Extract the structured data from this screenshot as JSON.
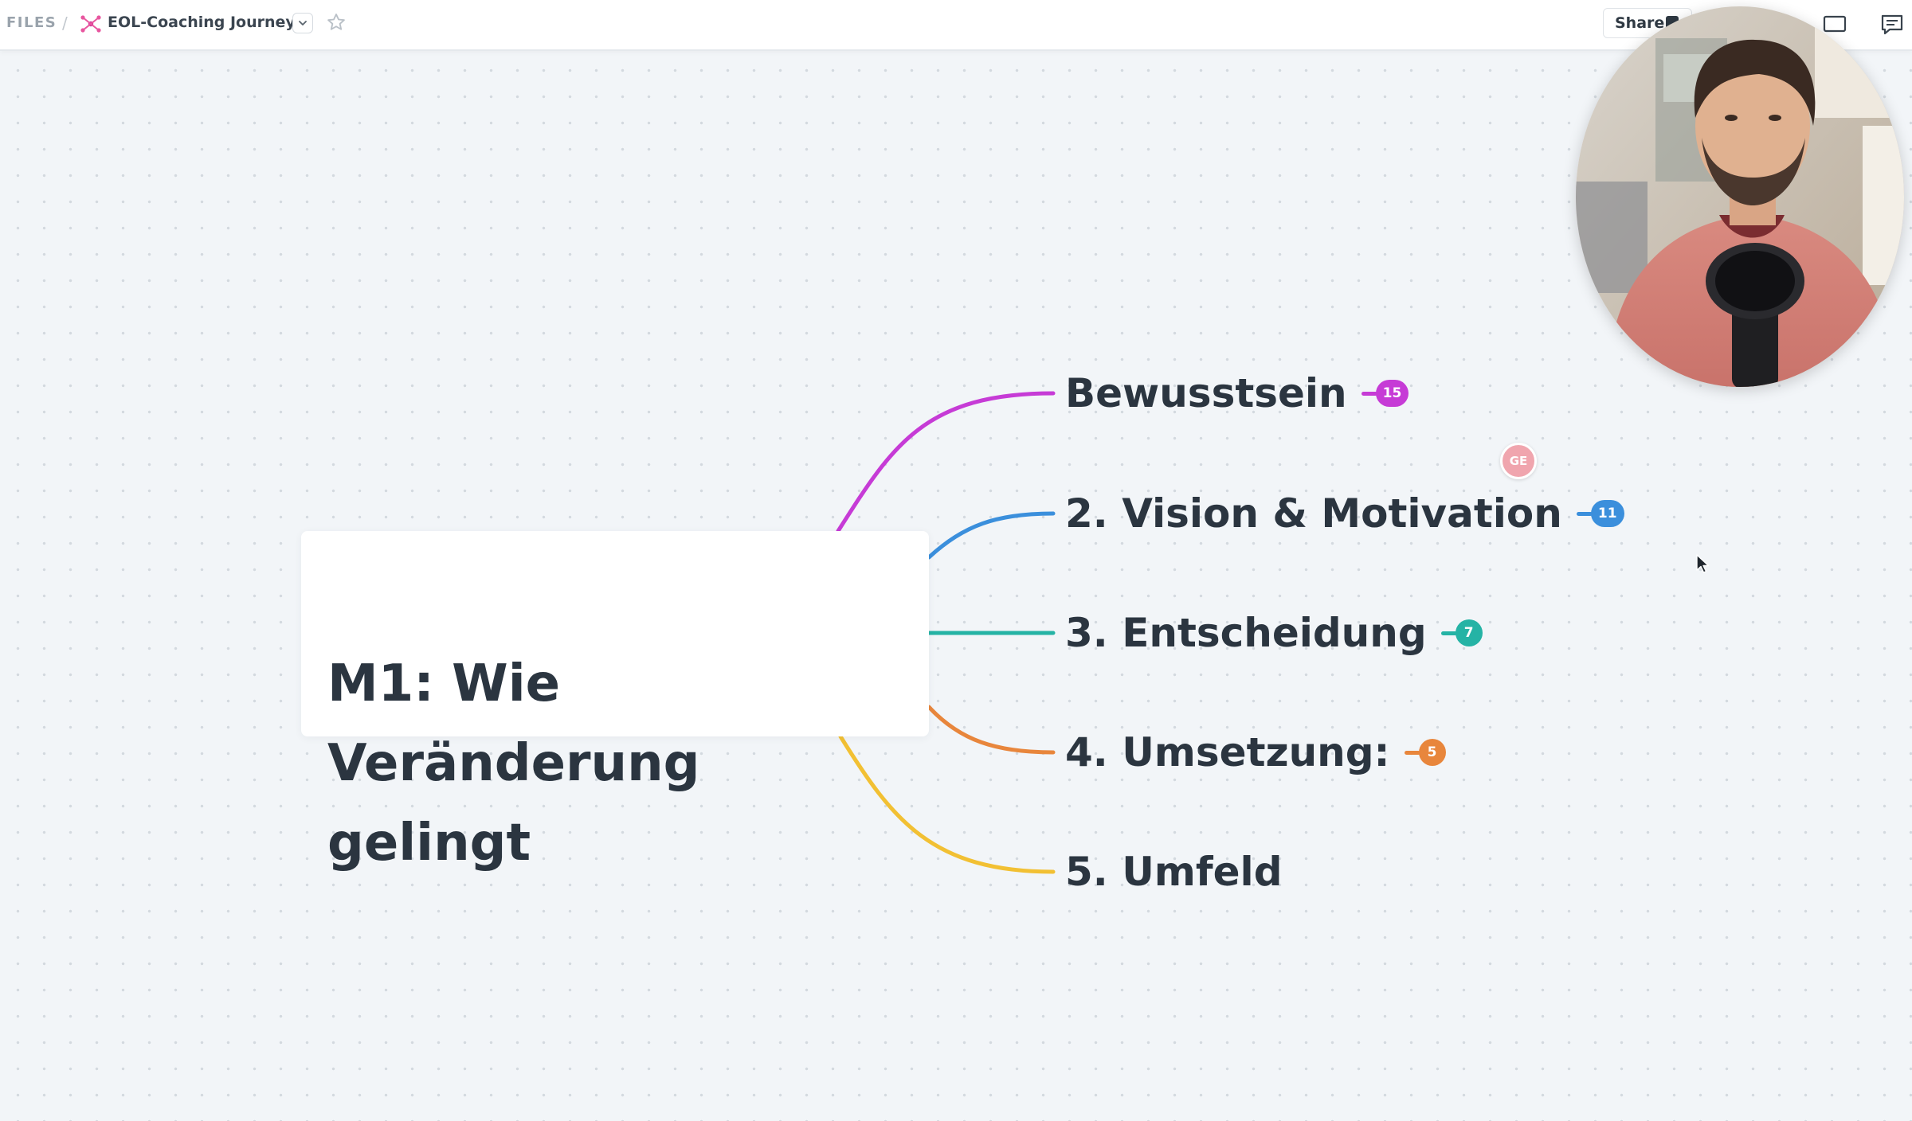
{
  "topbar": {
    "breadcrumb_root": "FILES",
    "breadcrumb_separator": "/",
    "document_title": "EOL-Coaching Journey",
    "share_label": "Share"
  },
  "mindmap": {
    "root": {
      "text": "M1: Wie Veränderung\ngelingt"
    },
    "branches": [
      {
        "label": "Bewusstsein",
        "count": "15",
        "color": "#c63bd6"
      },
      {
        "label": "2. Vision & Motivation",
        "count": "11",
        "color": "#3b8fdc"
      },
      {
        "label": "3. Entscheidung",
        "count": "7",
        "color": "#25b3a5"
      },
      {
        "label": "4. Umsetzung:",
        "count": "5",
        "color": "#e8863c"
      },
      {
        "label": "5. Umfeld",
        "count": "",
        "color": "#f2c033"
      }
    ]
  },
  "collaborator": {
    "initials": "GE",
    "color": "#f0a5ae"
  },
  "icons": {
    "doc_type": "mindmap-icon",
    "dropdown": "chevron-down-icon",
    "favorite": "star-icon",
    "present": "present-icon",
    "comments": "comment-icon",
    "cursor": "mouse-pointer-icon"
  }
}
